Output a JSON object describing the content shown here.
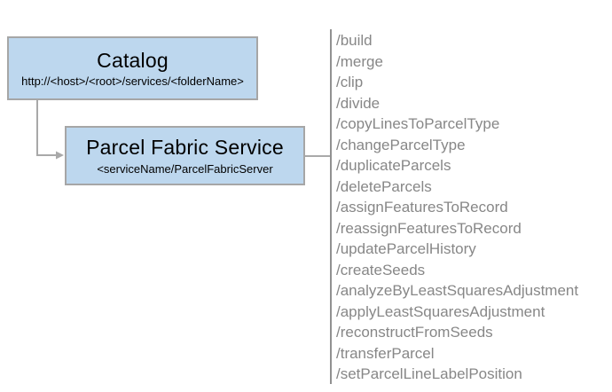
{
  "diagram": {
    "catalog_box": {
      "title": "Catalog",
      "subtitle": "http://<host>/<root>/services/<folderName>"
    },
    "service_box": {
      "title": "Parcel Fabric Service",
      "subtitle": "<serviceName/ParcelFabricServer"
    },
    "endpoints": [
      "/build",
      "/merge",
      "/clip",
      "/divide",
      "/copyLinesToParcelType",
      "/changeParcelType",
      "/duplicateParcels",
      "/deleteParcels",
      "/assignFeaturesToRecord",
      "/reassignFeaturesToRecord",
      "/updateParcelHistory",
      "/createSeeds",
      "/analyzeByLeastSquaresAdjustment",
      "/applyLeastSquaresAdjustment",
      "/reconstructFromSeeds",
      "/transferParcel",
      "/setParcelLineLabelPosition"
    ],
    "colors": {
      "box_fill": "#bdd7ee",
      "box_border": "#a6a6a6",
      "connector": "#a9a9a9",
      "divider": "#919191",
      "endpoint_text": "#878787",
      "title_text": "#000000",
      "background": "#ffffff"
    }
  }
}
